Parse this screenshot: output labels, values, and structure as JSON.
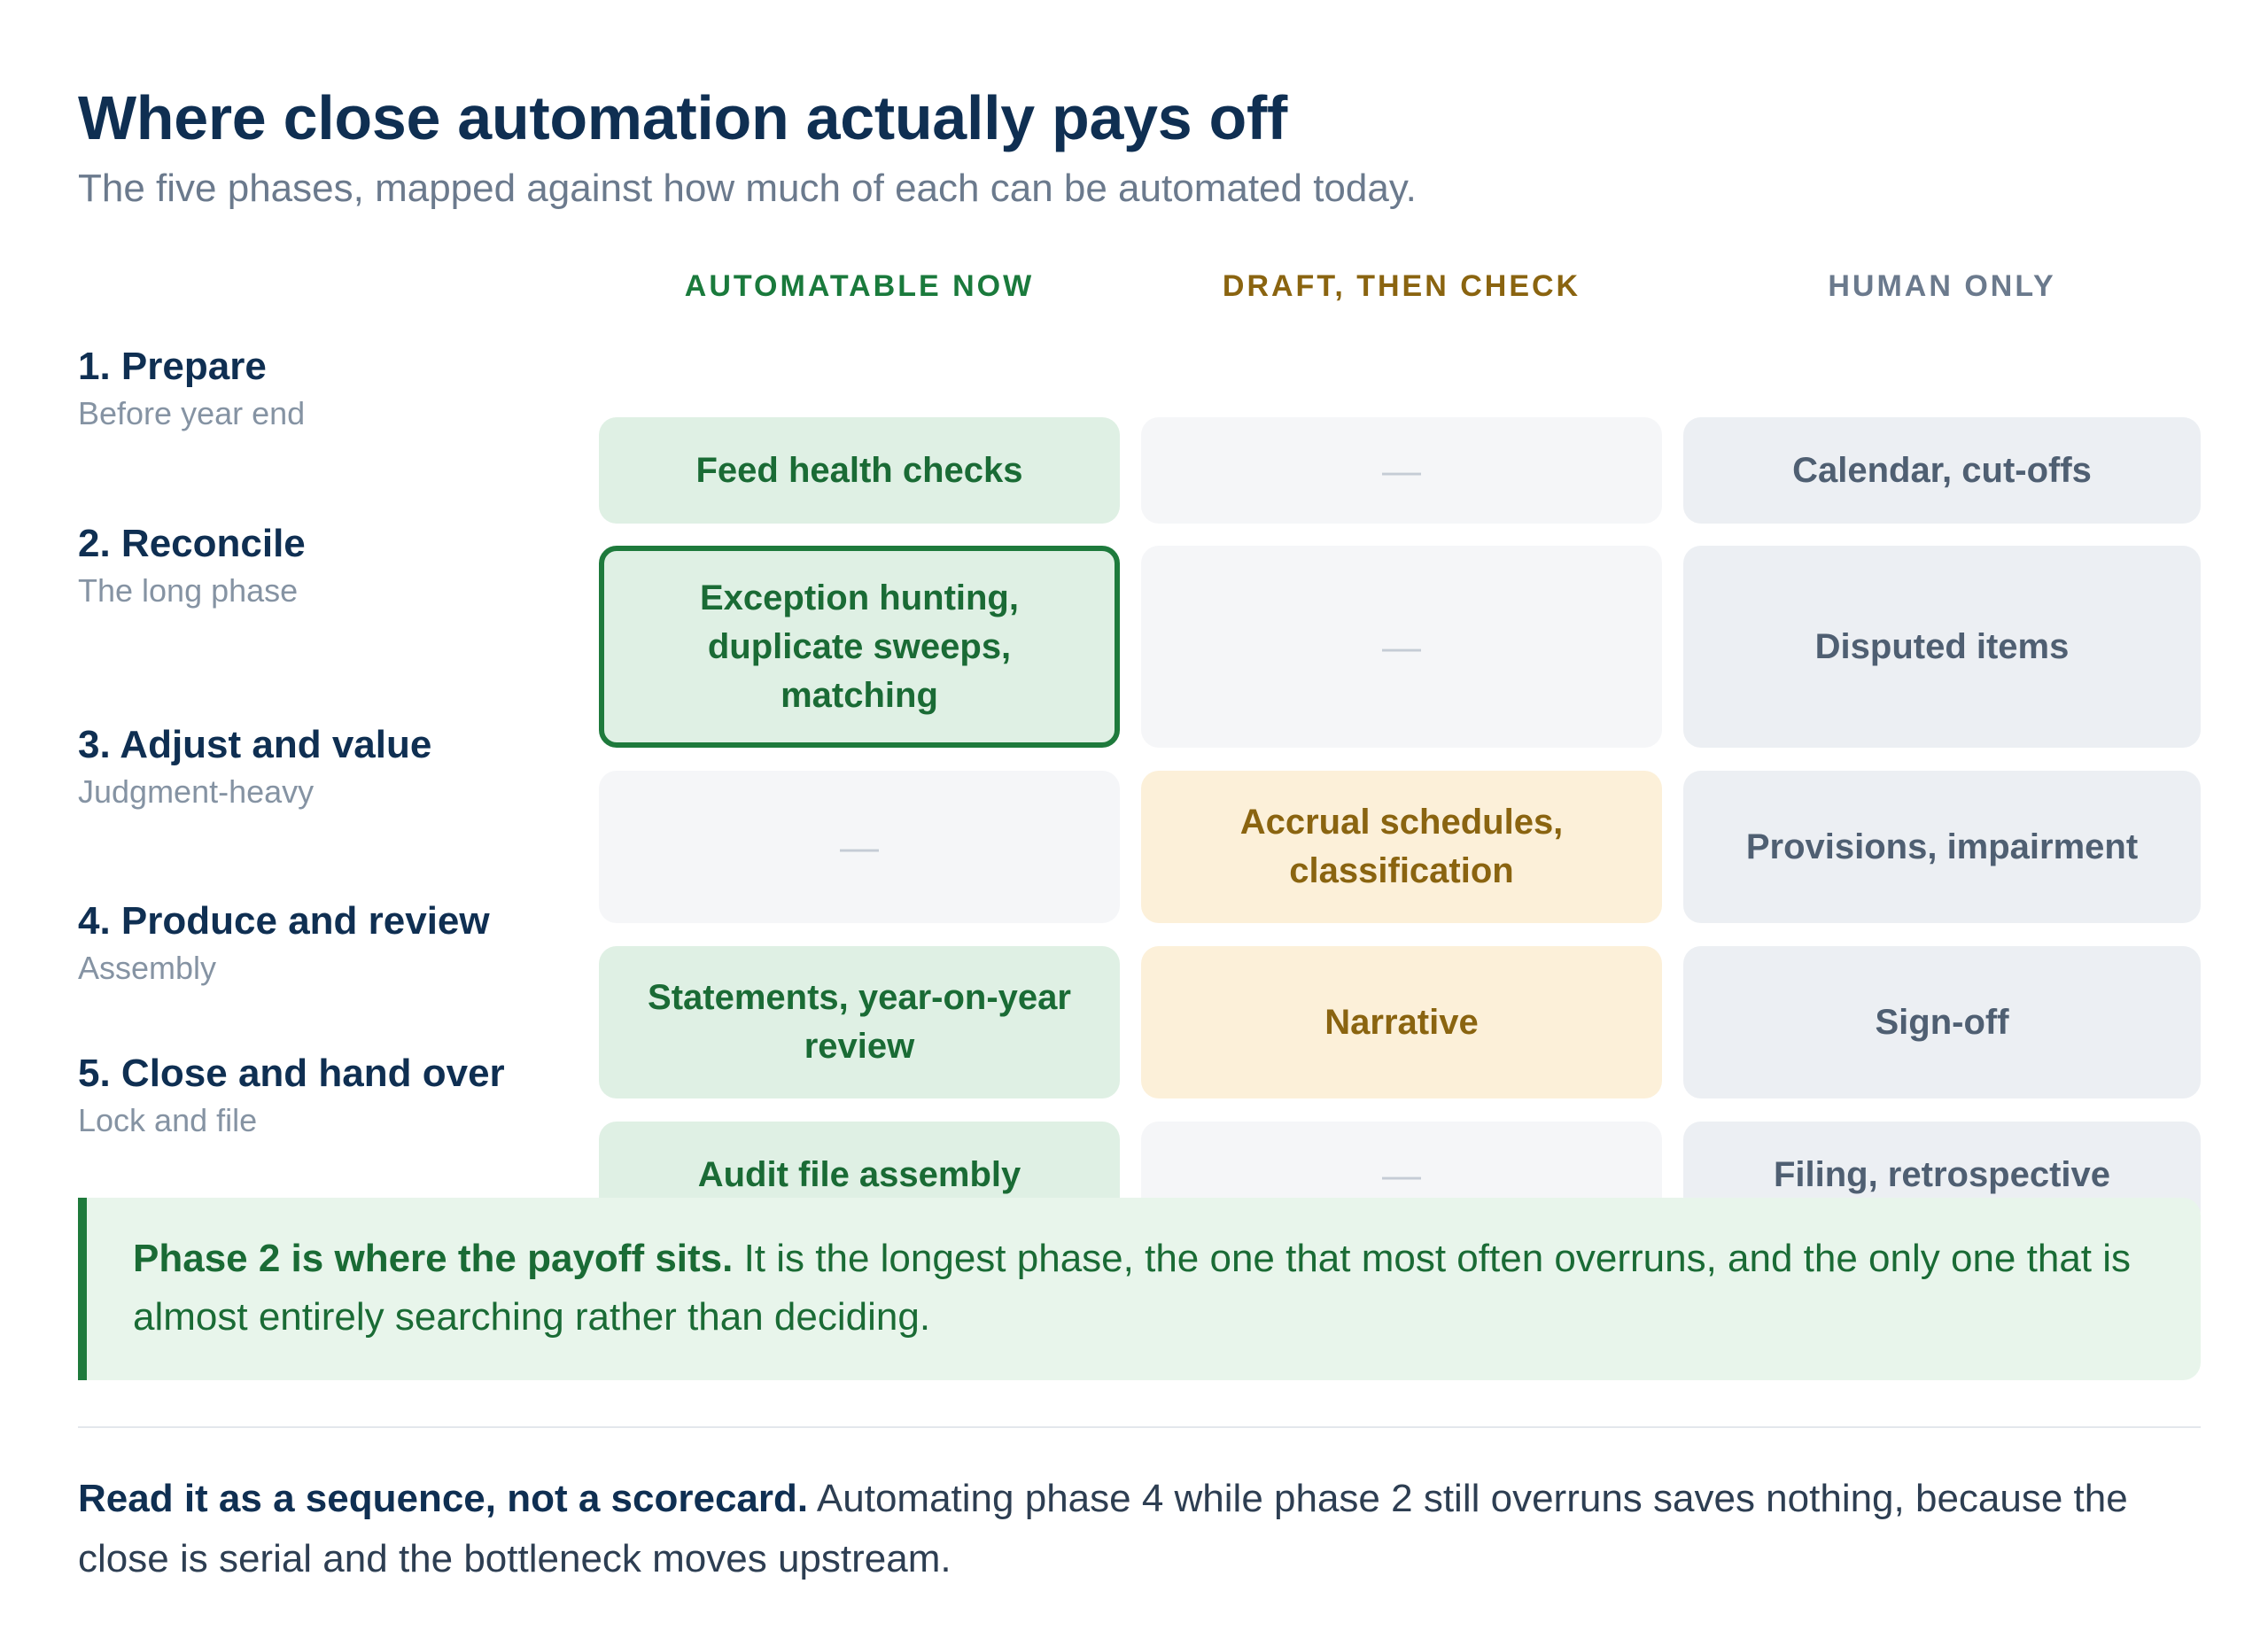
{
  "title": "Where close automation actually pays off",
  "subtitle": "The five phases, mapped against how much of each can be automated today.",
  "columns": [
    "AUTOMATABLE NOW",
    "DRAFT, THEN CHECK",
    "HUMAN ONLY"
  ],
  "colors": {
    "automatable": "#1a7a3c",
    "draft": "#8a6410",
    "human": "#6b7a8d",
    "title": "#0f2f52"
  },
  "rows": [
    {
      "title": "1. Prepare",
      "sub": "Before year end",
      "automatable": "Feed health checks",
      "draft": "—",
      "human": "Calendar, cut-offs"
    },
    {
      "title": "2. Reconcile",
      "sub": "The long phase",
      "automatable": "Exception hunting, duplicate sweeps, matching",
      "draft": "—",
      "human": "Disputed items"
    },
    {
      "title": "3. Adjust and value",
      "sub": "Judgment-heavy",
      "automatable": "—",
      "draft": "Accrual schedules, classification",
      "human": "Provisions, impairment"
    },
    {
      "title": "4. Produce and review",
      "sub": "Assembly",
      "automatable": "Statements, year-on-year review",
      "draft": "Narrative",
      "human": "Sign-off"
    },
    {
      "title": "5. Close and hand over",
      "sub": "Lock and file",
      "automatable": "Audit file assembly",
      "draft": "—",
      "human": "Filing, retrospective"
    }
  ],
  "callout": {
    "bold": "Phase 2 is where the payoff sits.",
    "text": " It is the longest phase, the one that most often overruns, and the only one that is almost entirely searching rather than deciding."
  },
  "footnote": {
    "bold": "Read it as a sequence, not a scorecard.",
    "text": " Automating phase 4 while phase 2 still overruns saves nothing, because the close is serial and the bottleneck moves upstream."
  }
}
